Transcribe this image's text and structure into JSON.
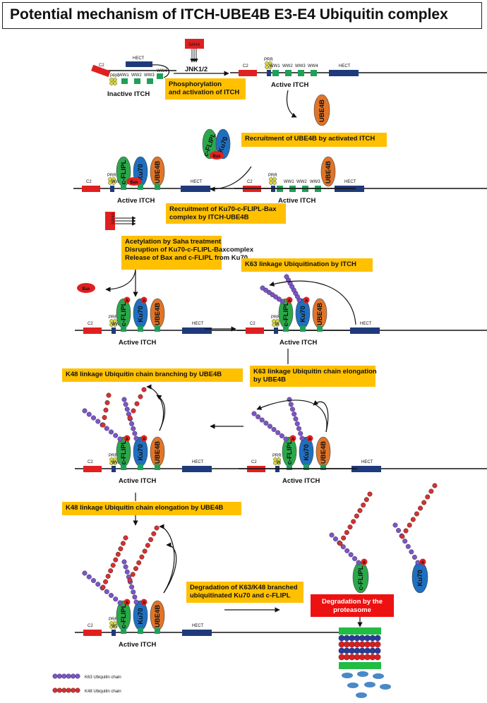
{
  "title": "Potential mechanism of ITCH-UBE4B E3-E4 Ubiquitin complex",
  "domains": {
    "c2": "C2",
    "prr": "PRR",
    "ww1": "WW1",
    "ww2": "WW2",
    "ww3": "WW3",
    "ww4": "WW4",
    "hect": "HECT",
    "ww_short": "WW",
    "w2": "W2",
    "w": "W"
  },
  "proteins": {
    "cflipl": "c-FLIPL",
    "ku70": "Ku70",
    "ube4b": "UBE4B",
    "bax": "Bax",
    "saha": "SAHA",
    "acetyl": "A"
  },
  "kinase": "JNK1/2",
  "captions": {
    "inactive_itch": "Inactive ITCH",
    "active_itch": "Active ITCH"
  },
  "steps": {
    "phospho_1": "Phosphorylation",
    "phospho_2": "and activation of ITCH",
    "recruit_ube4b": "Recruitment of UBE4B by activated ITCH",
    "recruit_ku70_1": "Recruitment of Ku70-c-FLIPL-Bax",
    "recruit_ku70_2": "complex by ITCH-UBE4B",
    "acetyl_1": "Acetylation by Saha treatment",
    "acetyl_2": "Disruption of Ku70-c-FLIPL-Baxcomplex",
    "acetyl_3": "Release of Bax  and c-FLIPL from Ku70",
    "k63_itch": "K63 linkage Ubiquitination by ITCH",
    "k63_elong_1": "K63 linkage Ubiquitin  chain elongation",
    "k63_elong_2": "by UBE4B",
    "k48_branch": "K48 linkage Ubiquitin  chain branching by UBE4B",
    "k48_elong": "K48 linkage Ubiquitin  chain elongation by UBE4B",
    "degrad_1": "Degradation of K63/K48 branched",
    "degrad_2": "ubiquitinated Ku70 and c-FLIPL",
    "proteasome_1": "Degradation by the",
    "proteasome_2": "proteasome"
  },
  "legend": {
    "k63": "K63 Ubiquitin chain",
    "k48": "K48 Ubiquitin chain"
  },
  "colors": {
    "c2": "#e02020",
    "prr": "#d6d63a",
    "ww": "#1fa05a",
    "hect": "#1f3a7a",
    "cflipl": "#2aa84a",
    "ku70": "#1f6fc0",
    "ube4b": "#e07428",
    "bax": "#e02020",
    "k63": "#7b55c8",
    "k48": "#d63030",
    "step_box": "#ffc000",
    "proteasome_box": "#ee1111",
    "proteasome_ring_blue": "#2a3a99",
    "proteasome_ring_red": "#d62020",
    "proteasome_cap": "#22bb44",
    "peptide": "#4a88c8"
  }
}
